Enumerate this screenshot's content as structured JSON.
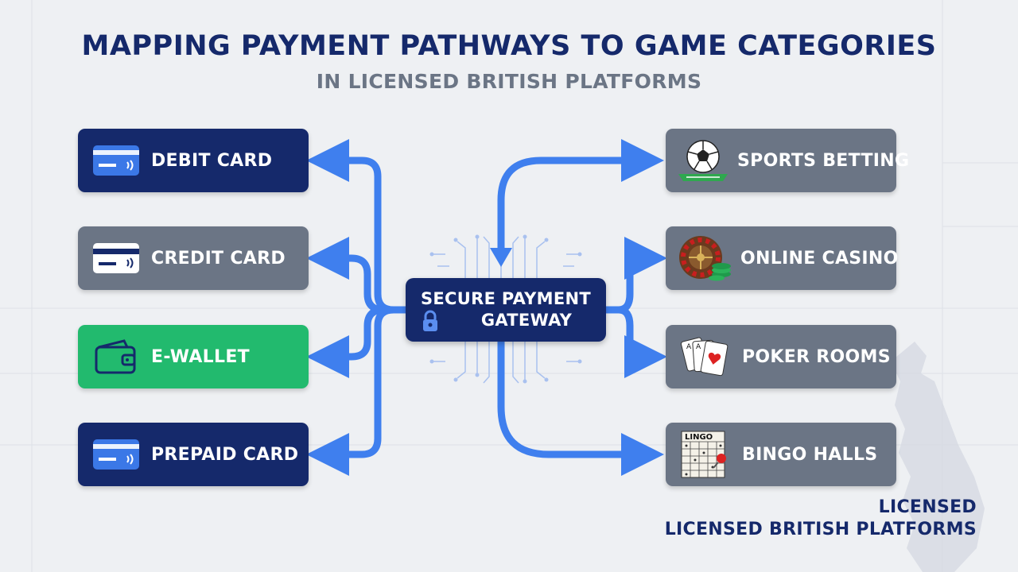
{
  "header": {
    "title": "MAPPING PAYMENT PATHWAYS TO GAME CATEGORIES",
    "subtitle": "IN LICENSED BRITISH PLATFORMS"
  },
  "payment_methods": [
    {
      "label": "DEBIT CARD",
      "icon": "debit-card-icon",
      "color": "#15296b"
    },
    {
      "label": "CREDIT CARD",
      "icon": "credit-card-icon",
      "color": "#6b7585"
    },
    {
      "label": "E-WALLET",
      "icon": "wallet-icon",
      "color": "#22ba6e"
    },
    {
      "label": "PREPAID CARD",
      "icon": "prepaid-card-icon",
      "color": "#15296b"
    }
  ],
  "gateway": {
    "line1": "SECURE PAYMENT",
    "line2": "GATEWAY",
    "icon": "lock-icon",
    "color": "#15296b"
  },
  "game_categories": [
    {
      "label": "SPORTS BETTING",
      "icon": "soccer-ball-icon",
      "color": "#6b7585"
    },
    {
      "label": "ONLINE CASINO",
      "icon": "roulette-wheel-icon",
      "color": "#6b7585"
    },
    {
      "label": "POKER ROOMS",
      "icon": "playing-cards-icon",
      "color": "#6b7585"
    },
    {
      "label": "BINGO HALLS",
      "icon": "bingo-card-icon",
      "color": "#6b7585"
    }
  ],
  "bingo_card_heading": "LINGO",
  "footer": {
    "line1": "LICENSED",
    "line2": "LICENSED BRITISH PLATFORMS"
  },
  "colors": {
    "background": "#eef0f3",
    "title": "#15296b",
    "subtitle": "#6b7585",
    "arrow": "#3f7fee"
  }
}
